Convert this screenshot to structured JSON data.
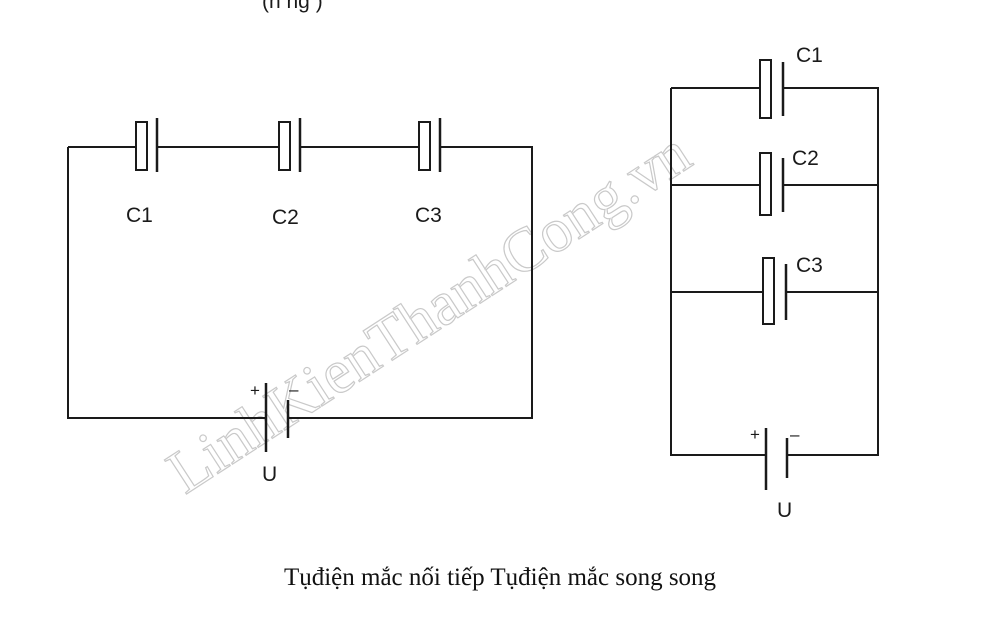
{
  "top_fragment": "(h   ng )",
  "series_circuit": {
    "capacitors": [
      "C1",
      "C2",
      "C3"
    ],
    "battery": {
      "plus": "+",
      "minus": "–",
      "label": "U"
    }
  },
  "parallel_circuit": {
    "capacitors": [
      "C1",
      "C2",
      "C3"
    ],
    "battery": {
      "plus": "+",
      "minus": "–",
      "label": "U"
    }
  },
  "watermark": "LinhKienThanhCong.vn",
  "caption": "Tụđiện mắc nối tiếp Tụđiện mắc song song"
}
